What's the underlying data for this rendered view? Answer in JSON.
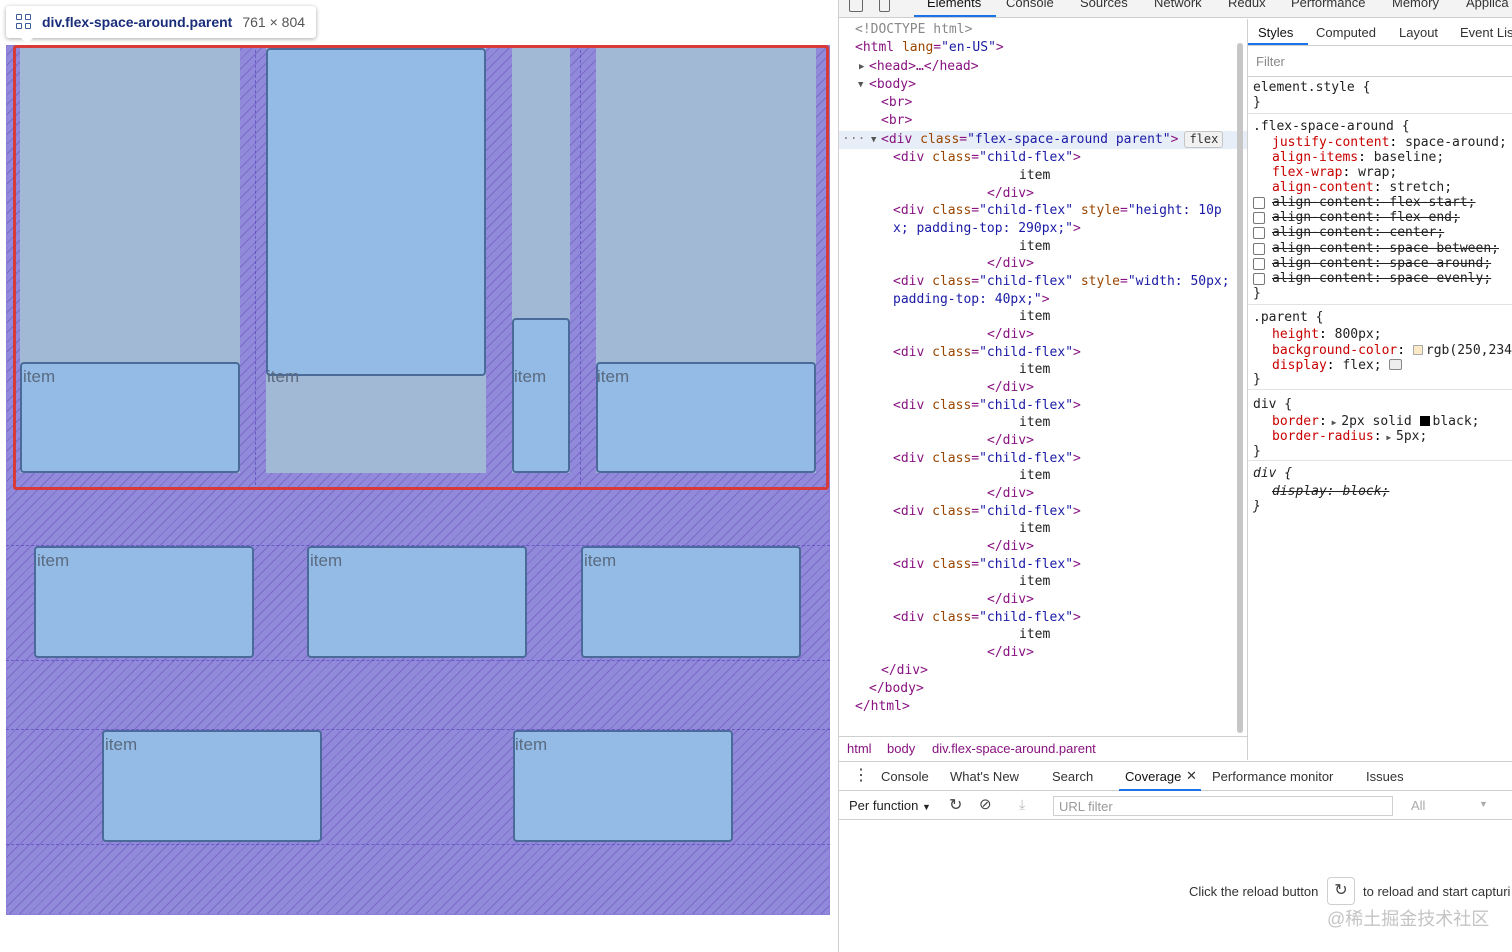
{
  "tooltip": {
    "selector": "div.flex-space-around.parent",
    "dimensions": "761 × 804"
  },
  "page": {
    "item_label": "item"
  },
  "devtools": {
    "tabs": [
      "Elements",
      "Console",
      "Sources",
      "Network",
      "Redux",
      "Performance",
      "Memory",
      "Applica"
    ],
    "active_tab": "Elements",
    "dom": {
      "doctype": "<!DOCTYPE html>",
      "html_open_tag": "<html",
      "html_lang_attr": "lang",
      "html_lang_val": "\"en-US\"",
      "head_collapsed": "<head>…</head>",
      "body_open": "<body>",
      "br": "<br>",
      "div_open": "<div",
      "class_attr": "class",
      "style_attr": "style",
      "parent_class_val": "\"flex-space-around parent\"",
      "child_class_val": "\"child-flex\"",
      "child2_style_a": "\"height: 10p",
      "child2_style_b": "x; padding-top: 290px;\"",
      "child3_style_a": "\"width: 50px;",
      "child3_style_b": "padding-top: 40px;\"",
      "close_div": "</div>",
      "close_body": "</body>",
      "close_html": "</html>",
      "text_item": "item",
      "flex_badge": "flex",
      "ellipsis": "..."
    },
    "breadcrumb": [
      "html",
      "body",
      "div.flex-space-around.parent"
    ],
    "styles_tabs": [
      "Styles",
      "Computed",
      "Layout",
      "Event Lis"
    ],
    "filter_placeholder": "Filter",
    "rules": {
      "element_style": "element.style {",
      "close_brace": "}",
      "fsa_selector": ".flex-space-around {",
      "fsa_props": [
        {
          "name": "justify-content",
          "value": "space-around;"
        },
        {
          "name": "align-items",
          "value": "baseline;"
        },
        {
          "name": "flex-wrap",
          "value": "wrap;"
        },
        {
          "name": "align-content",
          "value": "stretch;"
        }
      ],
      "fsa_disabled": [
        "align-content: flex-start;",
        "align-content: flex-end;",
        "align-content: center;",
        "align-content: space-between;",
        "align-content: space-around;",
        "align-content: space-evenly;"
      ],
      "parent_selector": ".parent {",
      "parent_props": [
        {
          "name": "height",
          "value": "800px;"
        },
        {
          "name": "background-color",
          "value": "rgb(250,234"
        },
        {
          "name": "display",
          "value": "flex;"
        }
      ],
      "div_selector": "div {",
      "div_props": [
        {
          "name": "border",
          "value": "2px solid",
          "extra": "black;"
        },
        {
          "name": "border-radius",
          "value": "5px;"
        }
      ],
      "ua_selector": "div {",
      "ua_prop": "display: block;"
    },
    "drawer": {
      "tabs": [
        "Console",
        "What's New",
        "Search",
        "Coverage",
        "Performance monitor",
        "Issues"
      ],
      "active_tab": "Coverage",
      "per_function": "Per function",
      "url_filter_placeholder": "URL filter",
      "all_select": "All",
      "reload_text_before": "Click the reload button",
      "reload_text_after": "to reload and start capturi",
      "watermark": "@稀土掘金技术社区"
    },
    "colors": {
      "accent": "#1a73e8",
      "highlight": "#d83a3a",
      "parent_bg_swatch": "#faeac8"
    }
  }
}
